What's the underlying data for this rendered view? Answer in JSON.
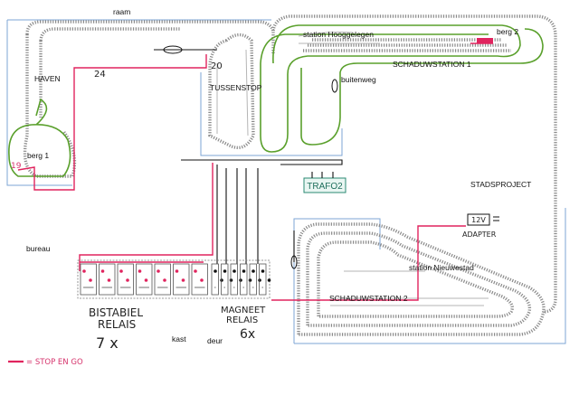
{
  "labels": {
    "raam": "raam",
    "haven": "HAVEN",
    "num24": "24",
    "num20": "20",
    "tussenstop": "TUSSENSTOP",
    "station_hooggelegen": "station Hooggelegen",
    "berg2": "berg 2",
    "schaduwstation1": "SCHADUWSTATION 1",
    "buitenweg": "buitenweg",
    "berg1": "berg 1",
    "num19": "19",
    "trafo": "TRAFO2",
    "stadsproject": "STADSPROJECT",
    "adapter_v": "12V",
    "adapter": "ADAPTER",
    "bureau": "bureau",
    "station_nieuwestad": "station Nieuwestad",
    "schaduwstation2": "SCHADUWSTATION 2",
    "bistabiel_line1": "BISTABIEL",
    "bistabiel_line2": "RELAIS",
    "bistabiel_count": "7 x",
    "kast": "kast",
    "deur": "deur",
    "magneet_line1": "MAGNEET",
    "magneet_line2": "RELAIS",
    "magneet_count": "6x"
  },
  "legend": {
    "text": "= STOP EN GO"
  },
  "colors": {
    "track": "#8a8a8a",
    "mountain": "#5aa02c",
    "wall": "#7ea6d6",
    "stop_and_go": "#e0245e",
    "wiring": "#111111"
  },
  "relay_counts": {
    "bistabiel": 7,
    "magneet": 6
  }
}
